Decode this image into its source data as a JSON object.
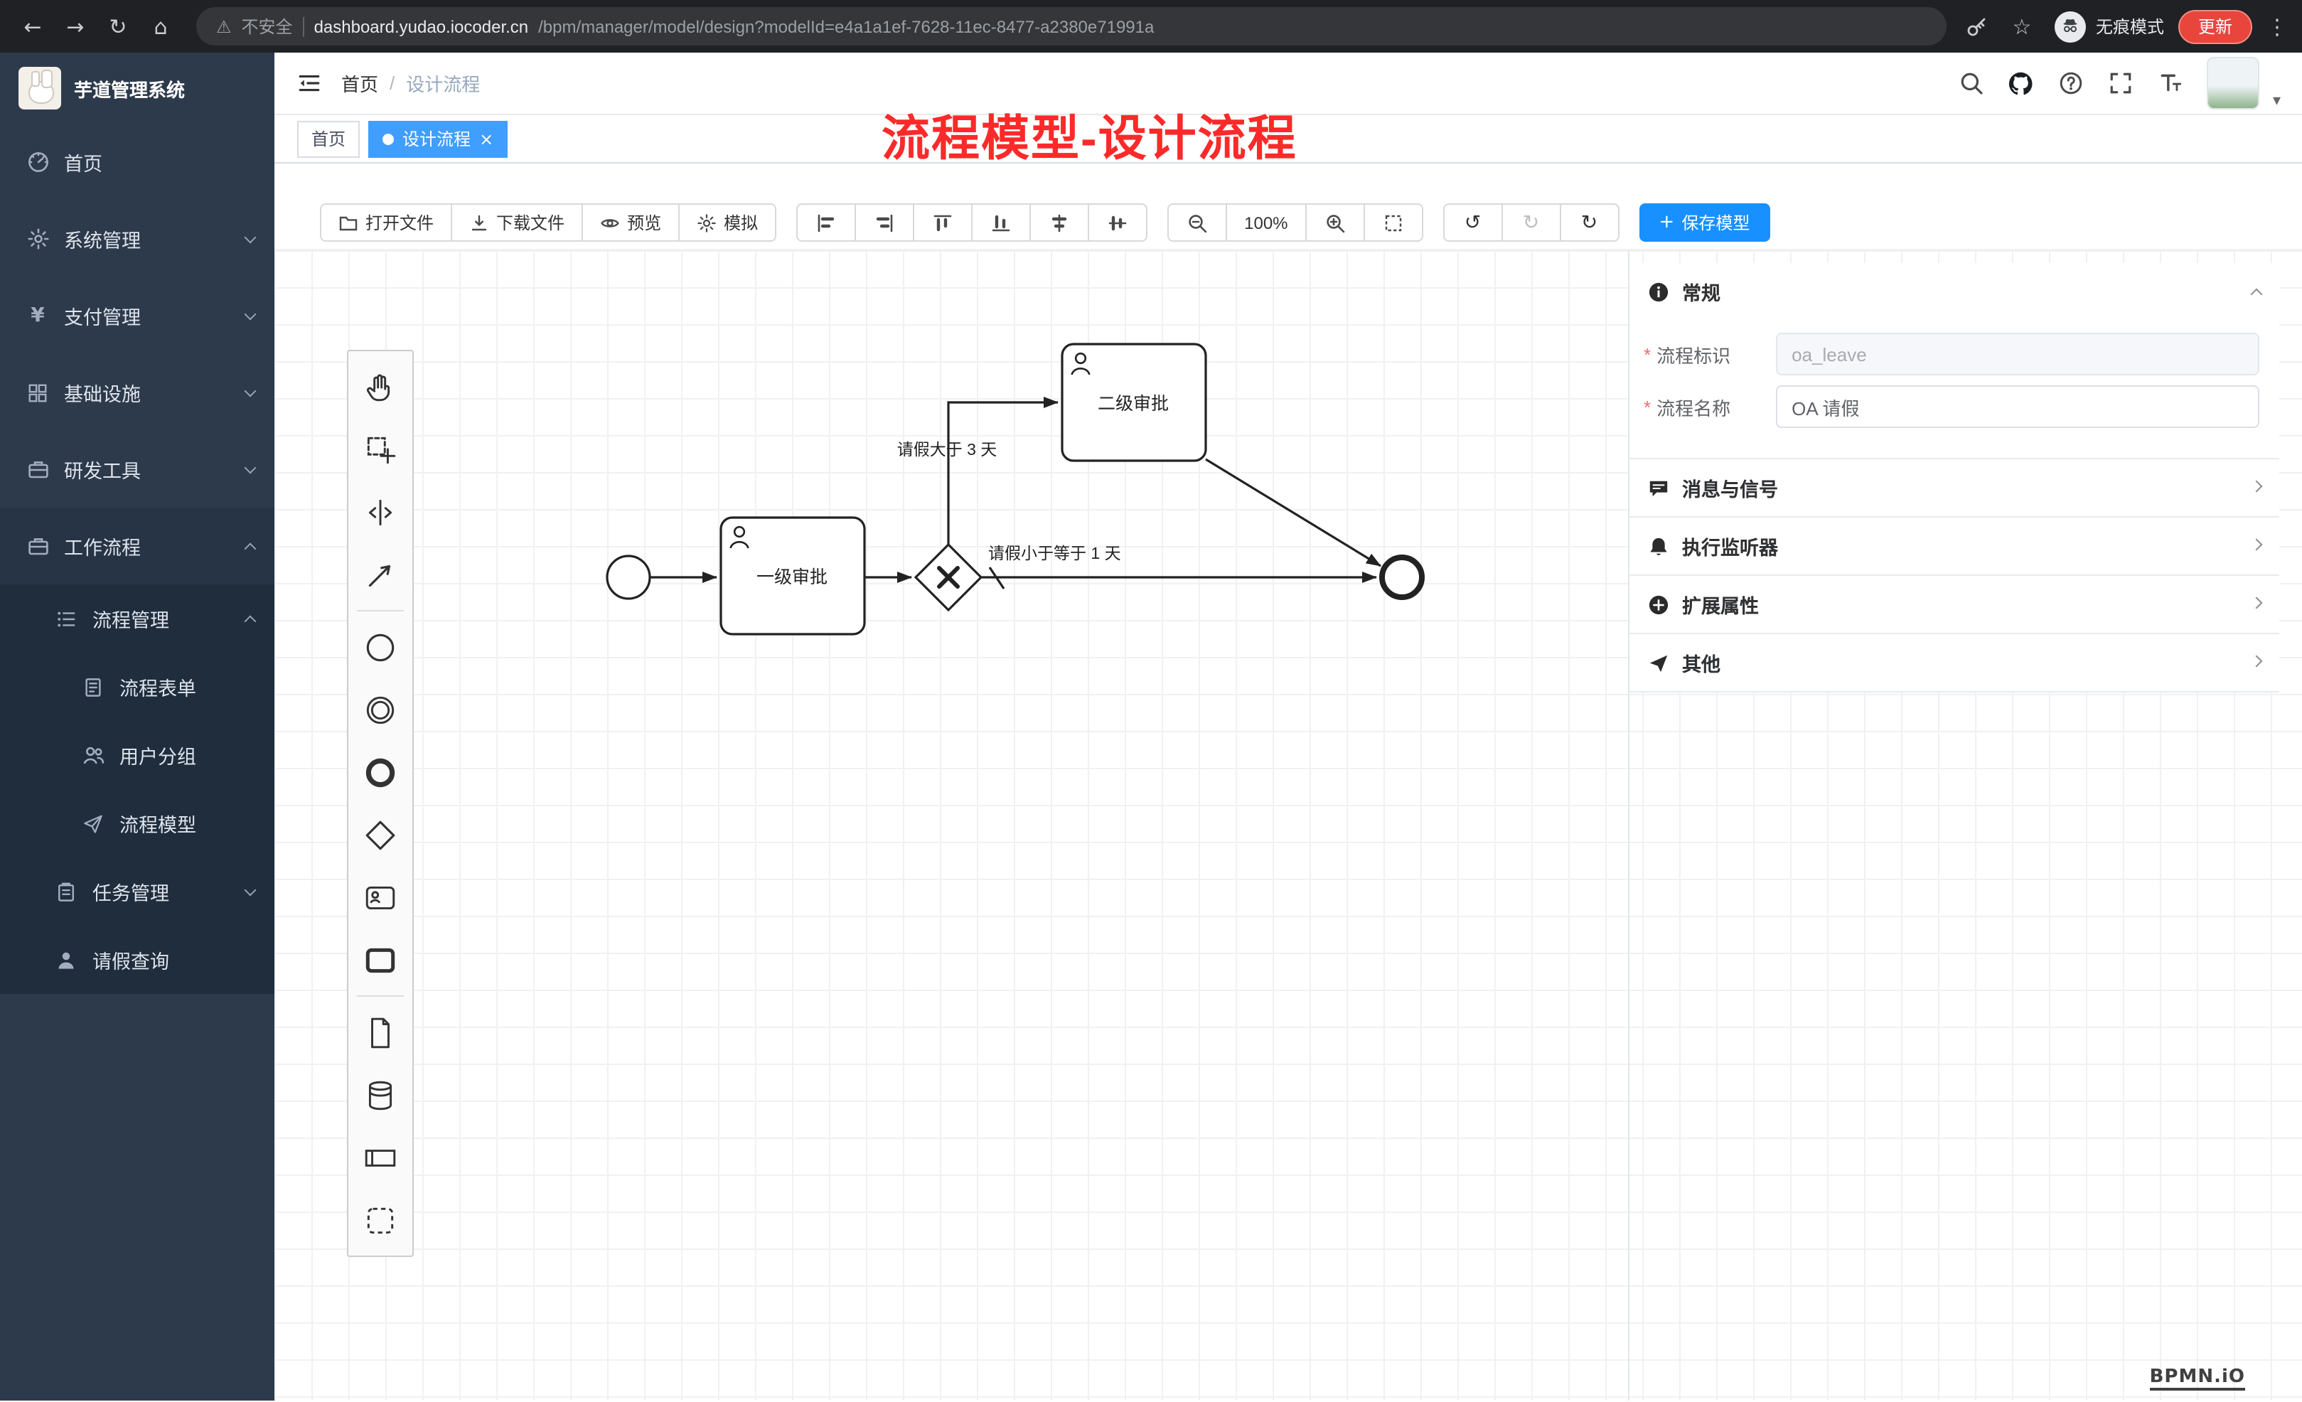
{
  "colors": {
    "accent_blue": "#409eff",
    "save_blue": "#1890ff",
    "annotation_red": "#fb2a2a",
    "sidebar_bg": "#2d3a4b",
    "submenu_bg": "#1f2d3d",
    "browser_bg": "#202124",
    "update_red": "#e8453c"
  },
  "icons": {
    "back": "←",
    "forward": "→",
    "reload": "↻",
    "home": "⌂",
    "warning": "⚠",
    "star": "☆",
    "kebab": "⋮",
    "undo": "↺",
    "redo": "↻",
    "refresh": "↻",
    "caret_down": "▾",
    "close": "×",
    "plus": "+",
    "slash": "/",
    "yen": "¥"
  },
  "browser": {
    "security_label": "不安全",
    "url_host": "dashboard.yudao.iocoder.cn",
    "url_path": "/bpm/manager/model/design?modelId=e4a1a1ef-7628-11ec-8477-a2380e71991a",
    "incognito_label": "无痕模式",
    "update_label": "更新"
  },
  "sidebar": {
    "app_title": "芋道管理系统",
    "items": [
      {
        "label": "首页"
      },
      {
        "label": "系统管理"
      },
      {
        "label": "支付管理"
      },
      {
        "label": "基础设施"
      },
      {
        "label": "研发工具"
      },
      {
        "label": "工作流程"
      }
    ],
    "submenu": {
      "process_mgmt": "流程管理",
      "process_children": [
        "流程表单",
        "用户分组",
        "流程模型"
      ],
      "task_mgmt": "任务管理",
      "leave_query": "请假查询"
    }
  },
  "header": {
    "breadcrumb_home": "首页",
    "breadcrumb_current": "设计流程",
    "annotation": "流程模型-设计流程"
  },
  "tabs": [
    {
      "label": "首页",
      "active": false
    },
    {
      "label": "设计流程",
      "active": true
    }
  ],
  "toolbar": {
    "open_file": "打开文件",
    "download_file": "下载文件",
    "preview": "预览",
    "simulate": "模拟",
    "zoom_level": "100%",
    "save_model": "保存模型"
  },
  "properties_panel": {
    "required_marker": "*",
    "general": {
      "label": "常规",
      "fields": {
        "process_key": {
          "label": "流程标识",
          "value": "oa_leave"
        },
        "process_name": {
          "label": "流程名称",
          "value": "OA 请假"
        }
      }
    },
    "sections": [
      {
        "label": "消息与信号"
      },
      {
        "label": "执行监听器"
      },
      {
        "label": "扩展属性"
      },
      {
        "label": "其他"
      }
    ]
  },
  "diagram": {
    "task1": "一级审批",
    "task2": "二级审批",
    "edge_label_gt": "请假大于 3 天",
    "edge_label_lte": "请假小于等于 1 天"
  },
  "watermark": "BPMN.iO"
}
